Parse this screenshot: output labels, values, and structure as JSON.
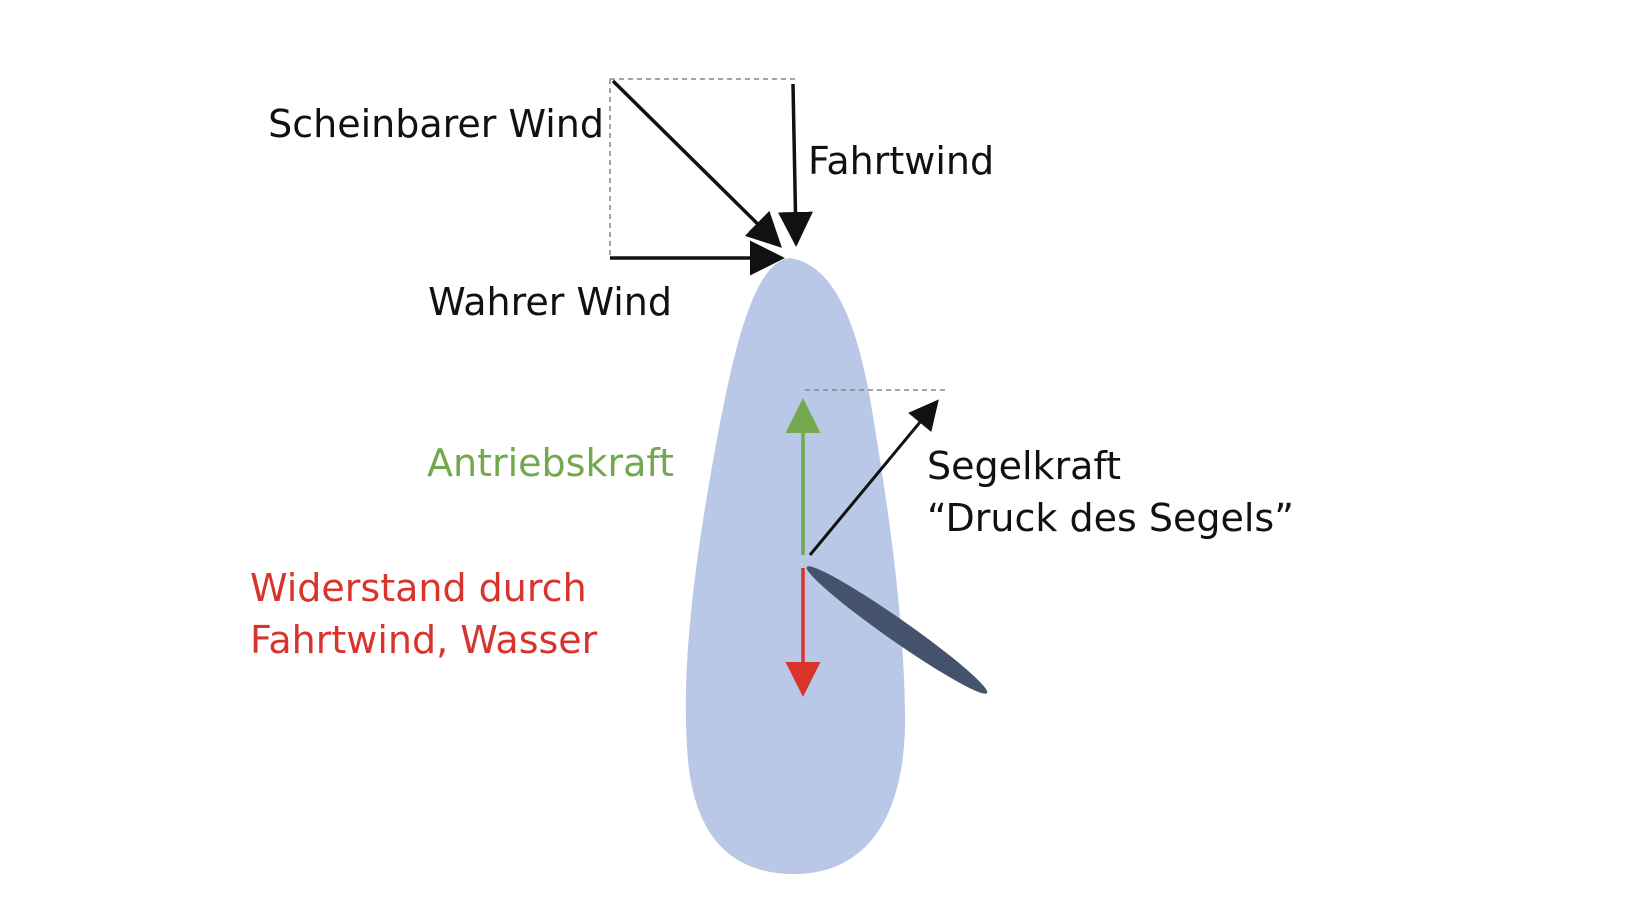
{
  "labels": {
    "apparent_wind": "Scheinbarer Wind",
    "headwind": "Fahrtwind",
    "true_wind": "Wahrer Wind",
    "driving_force": "Antriebskraft",
    "sail_force_line1": "Segelkraft",
    "sail_force_line2": "“Druck des Segels”",
    "resistance_line1": "Widerstand durch",
    "resistance_line2": "Fahrtwind, Wasser"
  },
  "colors": {
    "hull": "#b9c8e6",
    "sail": "#44526b",
    "vector": "#111111",
    "driving_force": "#72a84e",
    "resistance": "#d9342b",
    "construction_line": "#888888"
  }
}
